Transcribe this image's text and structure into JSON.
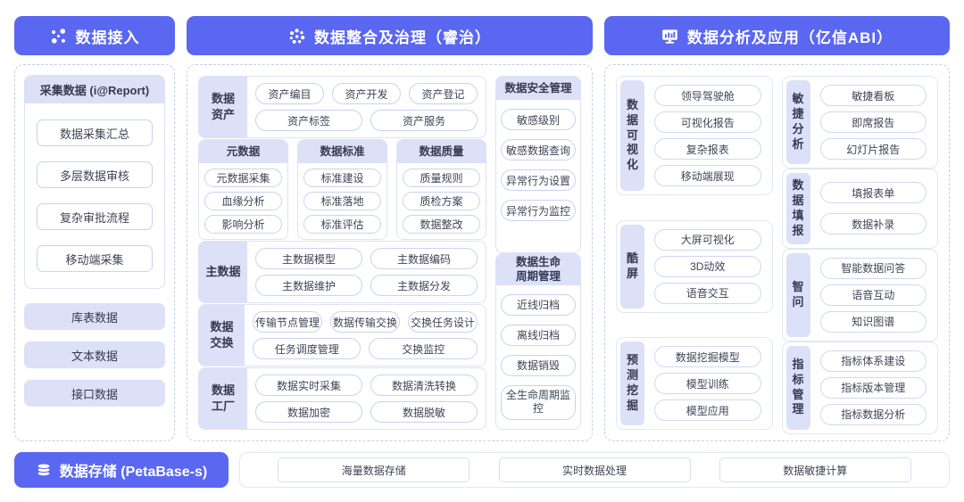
{
  "colors": {
    "accent": "#5A67F0",
    "light_fill": "#DCE1F8",
    "pill_border": "#C9D2F0"
  },
  "headers": [
    {
      "id": "access",
      "label": "数据接入",
      "icon": "share-nodes-icon"
    },
    {
      "id": "governance",
      "label": "数据整合及治理（睿治）",
      "icon": "dots-cluster-icon"
    },
    {
      "id": "analysis",
      "label": "数据分析及应用（亿信ABI）",
      "icon": "monitor-chart-icon"
    }
  ],
  "access_panel": {
    "collect_card": {
      "title": "采集数据 (i@Report)",
      "items": [
        "数据采集汇总",
        "多层数据审核",
        "复杂审批流程",
        "移动端采集"
      ]
    },
    "data_pills": [
      "库表数据",
      "文本数据",
      "接口数据"
    ]
  },
  "governance_panel": {
    "asset_group": {
      "label": "数据资产",
      "rows": [
        [
          "资产编目",
          "资产开发",
          "资产登记"
        ],
        [
          "资产标签",
          "资产服务"
        ]
      ]
    },
    "meta_groups": [
      {
        "title": "元数据",
        "items": [
          "元数据采集",
          "血缘分析",
          "影响分析"
        ]
      },
      {
        "title": "数据标准",
        "items": [
          "标准建设",
          "标准落地",
          "标准评估"
        ]
      },
      {
        "title": "数据质量",
        "items": [
          "质量规则",
          "质检方案",
          "数据整改"
        ]
      }
    ],
    "master_group": {
      "label": "主数据",
      "rows": [
        [
          "主数据模型",
          "主数据编码"
        ],
        [
          "主数据维护",
          "主数据分发"
        ]
      ]
    },
    "exchange_group": {
      "label": "数据交换",
      "rows": [
        [
          "传输节点管理",
          "数据传输交换",
          "交换任务设计"
        ],
        [
          "任务调度管理",
          "交换监控"
        ]
      ]
    },
    "factory_group": {
      "label": "数据工厂",
      "rows": [
        [
          "数据实时采集",
          "数据清洗转换"
        ],
        [
          "数据加密",
          "数据脱敏"
        ]
      ]
    },
    "security_group": {
      "title": "数据安全管理",
      "items": [
        "敏感级别",
        "敏感数据查询",
        "异常行为设置",
        "异常行为监控"
      ]
    },
    "lifecycle_group": {
      "title": "数据生命周期管理",
      "items": [
        "近线归档",
        "离线归档",
        "数据销毁",
        "全生命周期监控"
      ]
    }
  },
  "analysis_panel": {
    "col1": [
      {
        "label": "数据可视化",
        "items": [
          "领导驾驶舱",
          "可视化报告",
          "复杂报表",
          "移动端展现"
        ]
      },
      {
        "label": "酷屏",
        "items": [
          "大屏可视化",
          "3D动效",
          "语音交互"
        ]
      },
      {
        "label": "预测挖掘",
        "items": [
          "数据挖掘模型",
          "模型训练",
          "模型应用"
        ]
      }
    ],
    "col2": [
      {
        "label": "敏捷分析",
        "items": [
          "敏捷看板",
          "即席报告",
          "幻灯片报告"
        ]
      },
      {
        "label": "数据填报",
        "items": [
          "填报表单",
          "数据补录"
        ]
      },
      {
        "label": "智问",
        "items": [
          "智能数据问答",
          "语音互动",
          "知识图谱"
        ]
      },
      {
        "label": "指标管理",
        "items": [
          "指标体系建设",
          "指标版本管理",
          "指标数据分析"
        ]
      }
    ]
  },
  "storage_bar": {
    "button_label": "数据存储 (PetaBase-s)",
    "icon": "database-icon",
    "items": [
      "海量数据存储",
      "实时数据处理",
      "数据敏捷计算"
    ]
  }
}
